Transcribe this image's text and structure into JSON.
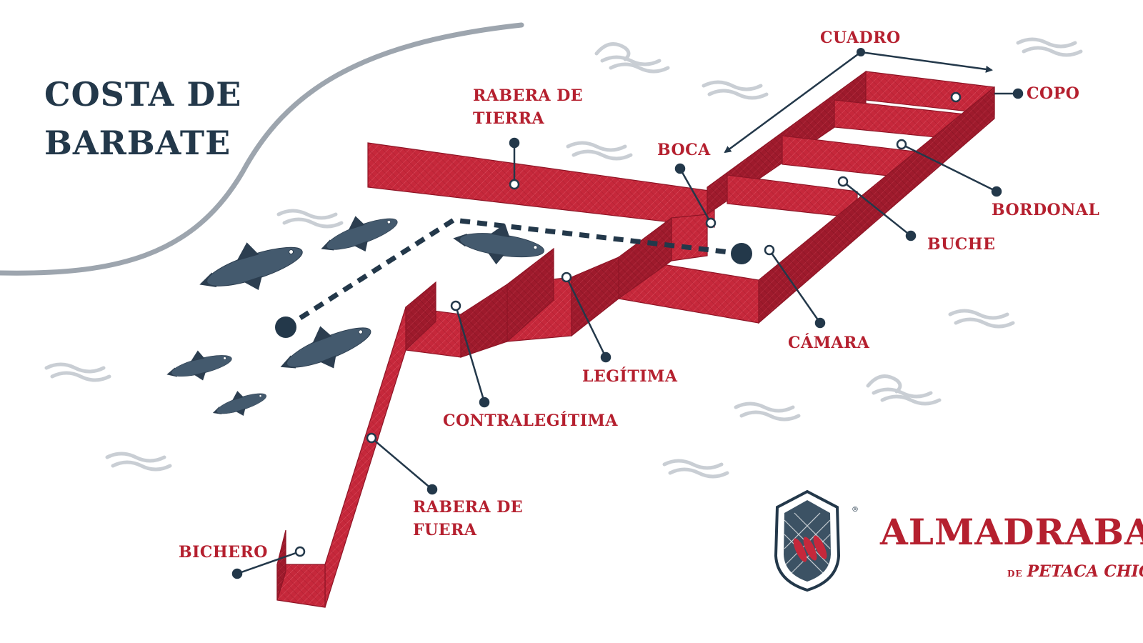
{
  "coast_title": "COSTA DE\nBARBATE",
  "colors": {
    "net_red": "#c6283b",
    "net_dark": "#8e1526",
    "navy": "#23384a",
    "wave_gray": "#c9ced4",
    "label_red": "#b5202f",
    "coast_line": "#9da5ae"
  },
  "labels": {
    "cuadro": "CUADRO",
    "copo": "COPO",
    "rabera_tierra": "RABERA DE\nTIERRA",
    "boca": "BOCA",
    "bordonal": "BORDONAL",
    "buche": "BUCHE",
    "camara": "CÁMARA",
    "legitima": "LEGÍTIMA",
    "contralegitima": "CONTRALEGÍTIMA",
    "rabera_fuera": "RABERA DE\nFUERA",
    "bichero": "BICHERO"
  },
  "brand": {
    "name": "ALMADRABA",
    "sub_prefix": "DE",
    "sub_name": "PETACA CHICO",
    "registered": "®"
  },
  "icons": {
    "logo": "shield-net-fish-logo",
    "fish": "tuna-fish-icon",
    "waves": "wave-icon"
  }
}
